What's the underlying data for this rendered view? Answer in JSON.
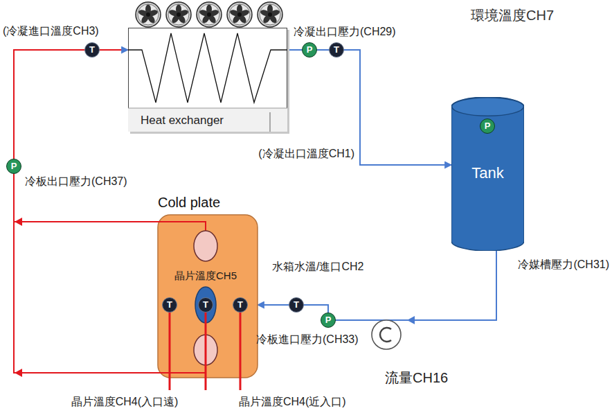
{
  "diagram": {
    "nodes": [
      {
        "text": [
          "Heat exchanger"
        ]
      },
      {
        "text": [
          "T"
        ]
      },
      {
        "text": [
          "P"
        ]
      },
      {
        "text": [
          "T"
        ]
      },
      {
        "text": [
          "Tank"
        ]
      },
      {
        "text": [
          "P"
        ],
        "in": 4
      },
      {
        "text": [
          "P"
        ]
      },
      {
        "text": [
          "Cold plate",
          "晶片溫度CH5"
        ]
      },
      {
        "text": [
          "T"
        ],
        "in": 7
      },
      {
        "text": [
          "T"
        ],
        "in": 7
      },
      {
        "text": [
          "T"
        ],
        "in": 7
      },
      {
        "text": [
          "T"
        ]
      },
      {
        "text": [
          "P"
        ]
      }
    ],
    "edges": [
      {
        "from": 0,
        "to": 4,
        "arrow": "to"
      },
      {
        "from": 4,
        "to": 7,
        "arrow": "to"
      },
      {
        "from": 7,
        "to": 0,
        "arrow": "to"
      }
    ],
    "labels": [
      "環境溫度CH7",
      "(冷凝進口溫度CH3)",
      "冷凝出口壓力(CH29)",
      "(冷凝出口溫度CH1)",
      "冷板出口壓力(CH37)",
      "水箱水溫/進口CH2",
      "冷媒槽壓力(CH31)",
      "冷板進口壓力(CH33)",
      "流量CH16",
      "晶片溫度CH4(入口遠)",
      "晶片溫度CH4(近入口)"
    ]
  }
}
